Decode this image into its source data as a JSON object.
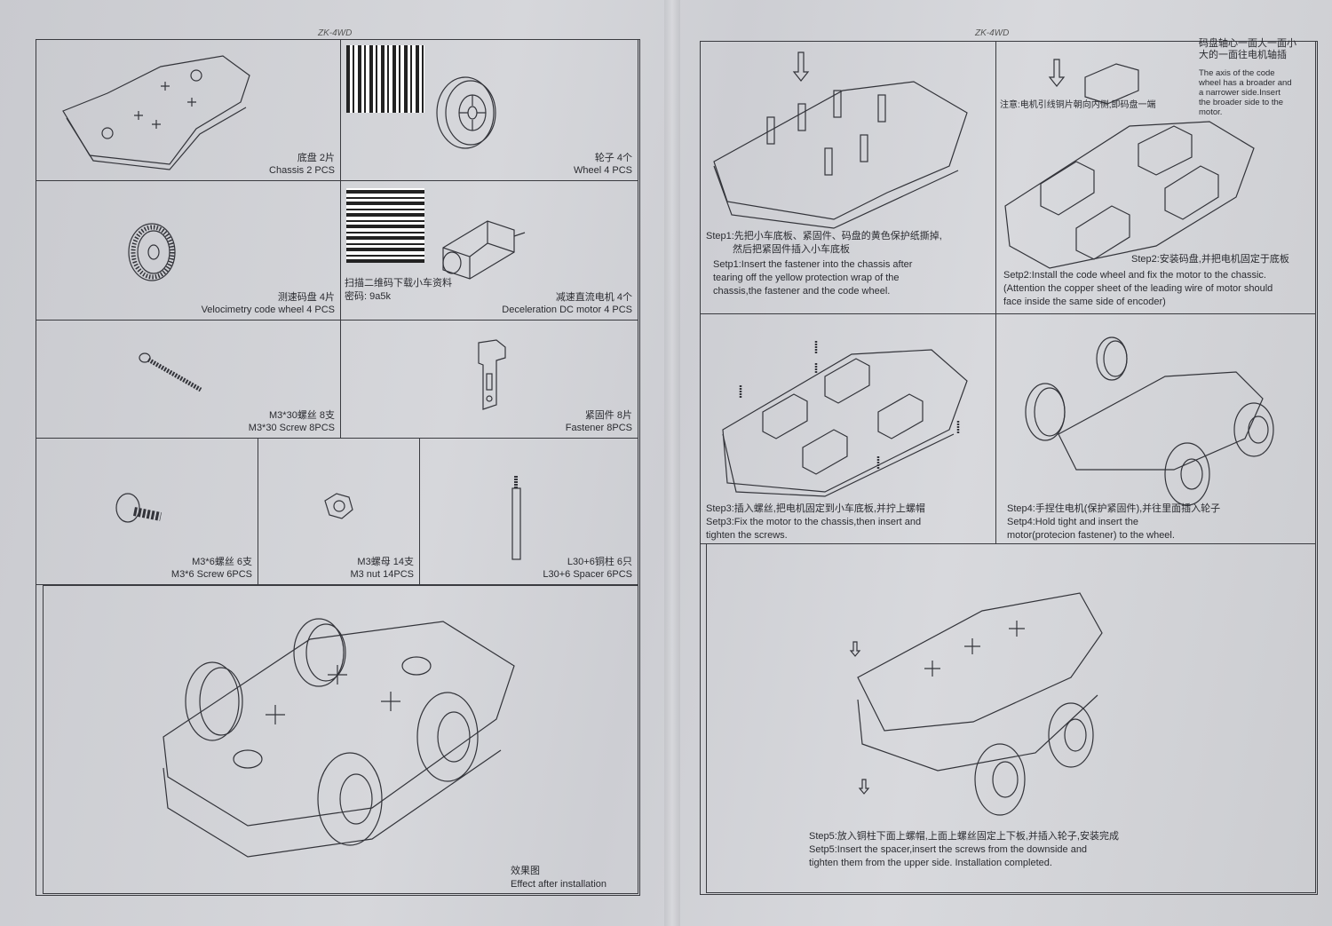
{
  "model_label": "ZK-4WD",
  "parts": [
    {
      "cn": "底盘 2片",
      "en": "Chassis 2 PCS"
    },
    {
      "cn": "轮子 4个",
      "en": "Wheel 4 PCS"
    },
    {
      "cn": "测速码盘 4片",
      "en": "Velocimetry code wheel 4 PCS"
    },
    {
      "cn": "减速直流电机 4个",
      "en": "Deceleration DC motor 4 PCS"
    },
    {
      "cn": "M3*30螺丝 8支",
      "en": "M3*30 Screw 8PCS"
    },
    {
      "cn": "紧固件 8片",
      "en": "Fastener 8PCS"
    },
    {
      "cn": "M3*6螺丝 6支",
      "en": "M3*6 Screw 6PCS"
    },
    {
      "cn": "M3螺母 14支",
      "en": "M3 nut 14PCS"
    },
    {
      "cn": "L30+6铜柱 6只",
      "en": "L30+6 Spacer 6PCS"
    }
  ],
  "qr_note": {
    "line1": "扫描二维码下载小车资料",
    "line2": "密码: 9a5k"
  },
  "effect": {
    "cn": "效果图",
    "en": "Effect after installation"
  },
  "steps": {
    "s1": {
      "cn1": "Step1:先把小车底板、紧固件、码盘的黄色保护纸撕掉,",
      "cn2": "然后把紧固件插入小车底板",
      "en1": "Setp1:Insert the fastener into the chassis after",
      "en2": "tearing off the yellow protection wrap of the",
      "en3": "chassis,the fastener and the code wheel."
    },
    "s2": {
      "cn": "Step2:安装码盘,并把电机固定于底板",
      "en1": "Setp2:Install the code wheel and fix the motor to the chassic.",
      "en2": "(Attention the copper sheet of the leading wire of motor should",
      "en3": "face inside the same side of encoder)",
      "note": "注意:电机引线铜片朝向内侧,即码盘一端",
      "axis_cn1": "码盘轴心一面大一面小",
      "axis_cn2": "大的一面往电机轴插",
      "axis_en1": "The axis of the code",
      "axis_en2": "wheel has a broader and",
      "axis_en3": "a narrower side.Insert",
      "axis_en4": "the broader side to the",
      "axis_en5": "motor."
    },
    "s3": {
      "cn": "Step3:插入螺丝,把电机固定到小车底板,并拧上螺帽",
      "en1": "Setp3:Fix the motor to the chassis,then insert and",
      "en2": "tighten the screws."
    },
    "s4": {
      "cn": "Step4:手捏住电机(保护紧固件),并往里面插入轮子",
      "en1": "Setp4:Hold tight and insert the",
      "en2": "motor(protecion fastener) to the wheel."
    },
    "s5": {
      "cn": "Step5:放入铜柱下面上螺帽,上面上螺丝固定上下板,并插入轮子,安装完成",
      "en1": "Setp5:Insert the spacer,insert the screws from the downside and",
      "en2": "tighten them from the upper side. Installation completed."
    }
  }
}
